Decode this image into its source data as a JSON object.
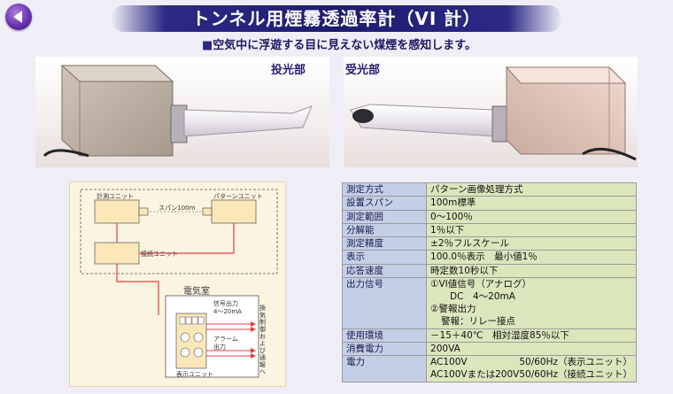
{
  "header": {
    "title": "トンネル用煙霧透過率計（VI 計）",
    "subtitle_mark": "■",
    "subtitle": "空気中に浮遊する目に見えない煤煙を感知します。"
  },
  "photos": {
    "left_label": "投光部",
    "right_label": "受光部"
  },
  "diagram": {
    "unit_measure": "計測ユニット",
    "span": "スパン100m",
    "unit_pattern": "パターンユニット",
    "unit_connect": "接続ユニット",
    "room": "電気室",
    "signal_out": "信号出力",
    "signal_range": "4〜20mA",
    "alarm_out_1": "アラーム",
    "alarm_out_2": "出力",
    "unit_display": "表示ユニット",
    "side_text": "換気制御および通報へ"
  },
  "specs": [
    {
      "key": "測定方式",
      "values": [
        "パターン画像処理方式"
      ]
    },
    {
      "key": "設置スパン",
      "values": [
        "100m標準"
      ]
    },
    {
      "key": "測定範囲",
      "values": [
        "0〜100％"
      ]
    },
    {
      "key": "分解能",
      "values": [
        "1％以下"
      ]
    },
    {
      "key": "測定精度",
      "values": [
        "±2％フルスケール"
      ]
    },
    {
      "key": "表示",
      "values": [
        "100.0％表示　最小値1％"
      ]
    },
    {
      "key": "応答速度",
      "values": [
        "時定数10秒以下"
      ]
    },
    {
      "key": "出力信号",
      "values": [
        "①VI値信号（アナログ）",
        "DC　4〜20mA",
        "②警報出力",
        "警報：リレー接点"
      ]
    },
    {
      "key": "使用環境",
      "values": [
        "－15＋40℃　相対湿度85％以下"
      ]
    },
    {
      "key": "消費電力",
      "values": [
        "200VA"
      ]
    },
    {
      "key": "電力",
      "values": [
        "AC100V",
        "50/60Hz（表示ユニット）",
        "AC100Vまたは200V",
        "50/60Hz（接続ユニット）"
      ]
    }
  ]
}
